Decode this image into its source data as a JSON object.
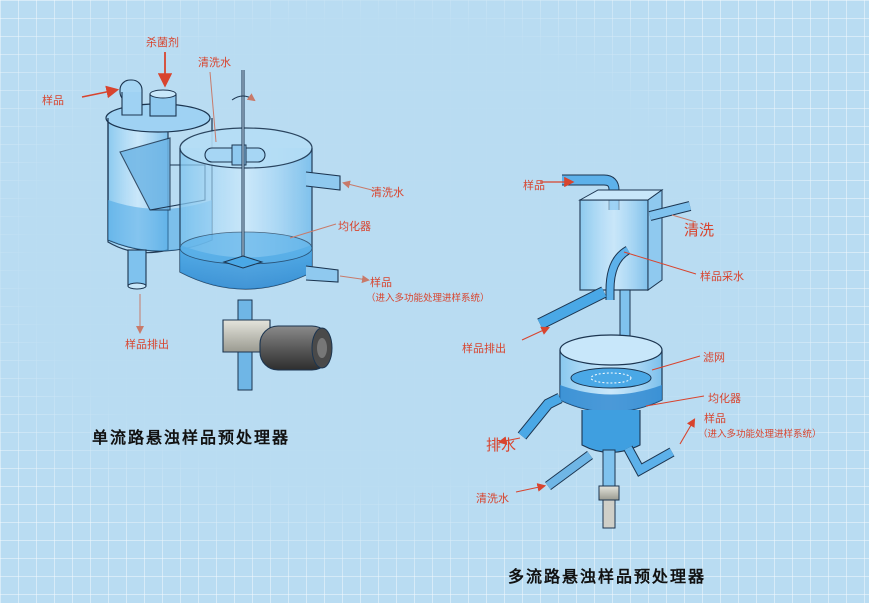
{
  "left_diagram": {
    "title": "单流路悬浊样品预处理器",
    "labels": {
      "biocide": "杀菌剂",
      "sample_in": "样品",
      "wash_water_top": "清洗水",
      "wash_water_side": "清洗水",
      "homogenizer": "均化器",
      "sample_out": "样品",
      "sample_out_note": "（进入多功能处理进样系统）",
      "sample_drain": "样品排出"
    }
  },
  "right_diagram": {
    "title": "多流路悬浊样品预处理器",
    "labels": {
      "sample_in": "样品",
      "wash": "清洗",
      "sample_collect": "样品采水",
      "sample_drain": "样品排出",
      "filter": "滤网",
      "homogenizer": "均化器",
      "sample_out": "样品",
      "sample_out_note": "（进入多功能处理进样系统）",
      "drain": "排水",
      "wash_water": "清洗水"
    }
  },
  "colors": {
    "background": "#b9dcf2",
    "grid": "#ffffff",
    "water": "#3f9fe0",
    "label": "#d8442e",
    "outline": "#1c3550"
  }
}
